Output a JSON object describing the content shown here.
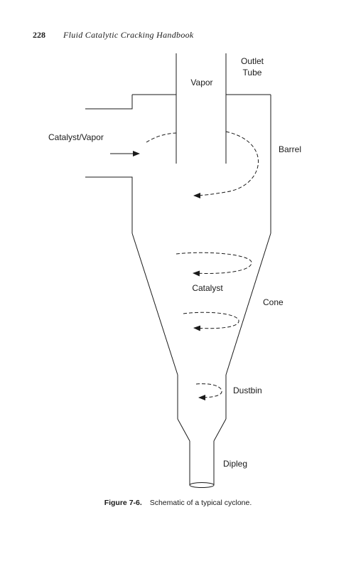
{
  "header": {
    "page_number": "228",
    "book_title": "Fluid Catalytic Cracking Handbook"
  },
  "diagram": {
    "labels": {
      "outlet_tube_line1": "Outlet",
      "outlet_tube_line2": "Tube",
      "vapor": "Vapor",
      "inlet": "Catalyst/Vapor",
      "barrel": "Barrel",
      "catalyst": "Catalyst",
      "cone": "Cone",
      "dustbin": "Dustbin",
      "dipleg": "Dipleg"
    }
  },
  "caption": {
    "label": "Figure 7-6.",
    "text": "Schematic of a typical cyclone."
  }
}
